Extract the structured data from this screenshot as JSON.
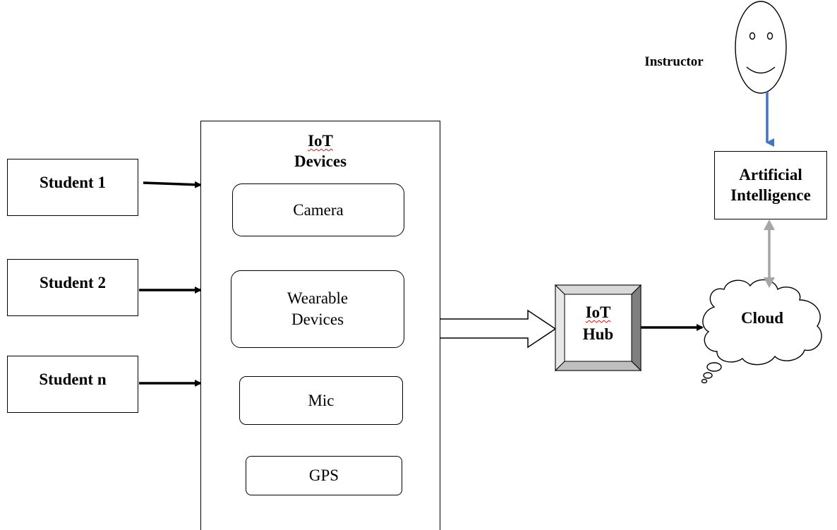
{
  "students": [
    {
      "label": "Student 1"
    },
    {
      "label": "Student 2"
    },
    {
      "label": "Student n"
    }
  ],
  "iot_devices": {
    "title_line1": "IoT",
    "title_line2": "Devices",
    "items": [
      {
        "label": "Camera"
      },
      {
        "label": "Wearable Devices"
      },
      {
        "label": "Mic"
      },
      {
        "label": "GPS"
      }
    ]
  },
  "iot_hub": {
    "line1": "IoT",
    "line2": "Hub"
  },
  "cloud": {
    "label": "Cloud"
  },
  "ai": {
    "label": "Artificial Intelligence"
  },
  "instructor": {
    "label": "Instructor"
  },
  "colors": {
    "instructor_arrow": "#4472c4",
    "cloud_ai_arrow": "#a6a6a6",
    "hub_bevel_light": "#d9d9d9",
    "hub_bevel_dark": "#7f7f7f"
  }
}
